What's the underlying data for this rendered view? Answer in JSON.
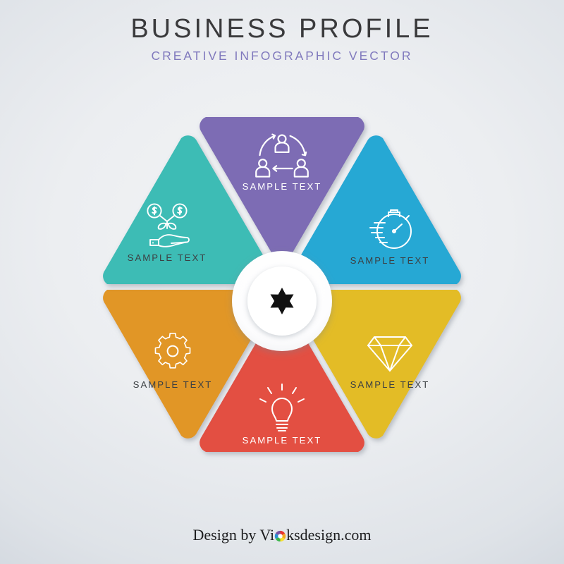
{
  "header": {
    "title": "BUSINESS PROFILE",
    "subtitle": "CREATIVE INFOGRAPHIC VECTOR"
  },
  "center": {
    "icon": "six-pointed-star-icon",
    "icon_color": "#111111",
    "hub_color": "#ffffff"
  },
  "segments": [
    {
      "id": "teamwork",
      "position": "top",
      "label": "SAMPLE TEXT",
      "color": "#7d6cb4",
      "icon": "teamwork-network-icon",
      "text_color": "#ffffff"
    },
    {
      "id": "timer",
      "position": "top-right",
      "label": "SAMPLE TEXT",
      "color": "#27a8d4",
      "icon": "stopwatch-icon",
      "text_color": "#3c4043"
    },
    {
      "id": "quality",
      "position": "bottom-right",
      "label": "SAMPLE TEXT",
      "color": "#e3bc27",
      "icon": "diamond-icon",
      "text_color": "#3c4043"
    },
    {
      "id": "idea",
      "position": "bottom",
      "label": "SAMPLE TEXT",
      "color": "#e35043",
      "icon": "lightbulb-icon",
      "text_color": "#ffffff"
    },
    {
      "id": "settings",
      "position": "bottom-left",
      "label": "SAMPLE TEXT",
      "color": "#e19627",
      "icon": "gear-icon",
      "text_color": "#3c4043"
    },
    {
      "id": "growth",
      "position": "top-left",
      "label": "SAMPLE TEXT",
      "color": "#3dbcb5",
      "icon": "money-plant-hand-icon",
      "text_color": "#3c4043"
    }
  ],
  "footer": {
    "credit_prefix": "Design by Vi",
    "credit_suffix": "ksdesign.com",
    "aperture_icon": "camera-aperture-icon"
  }
}
